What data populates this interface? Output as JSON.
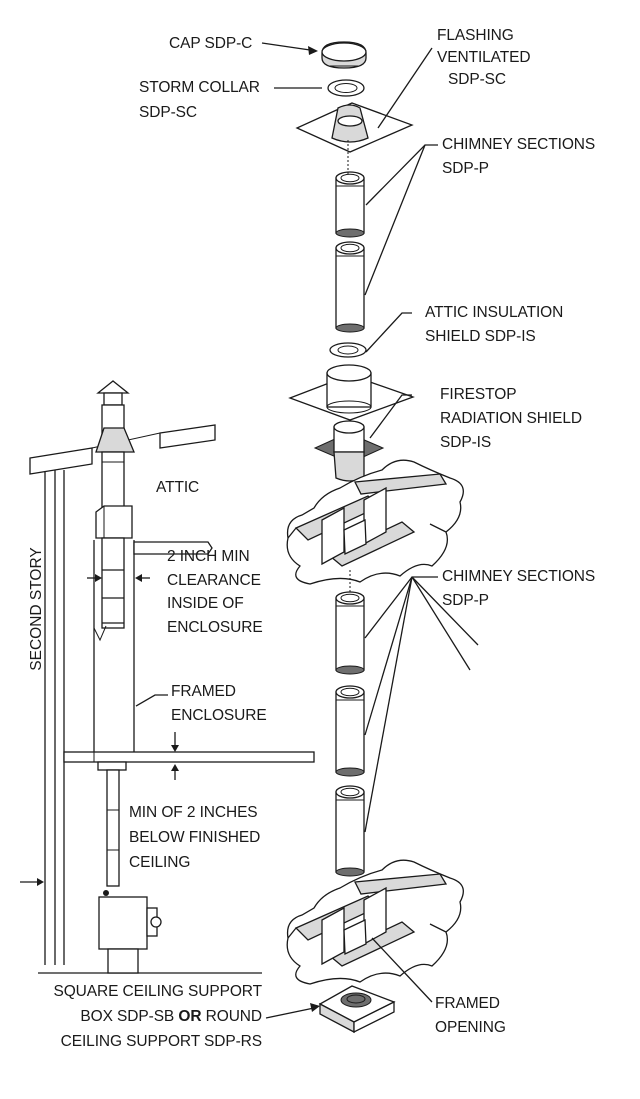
{
  "labels": {
    "cap": "CAP SDP-C",
    "storm_collar_1": "STORM COLLAR",
    "storm_collar_2": "SDP-SC",
    "flashing_1": "FLASHING",
    "flashing_2": "VENTILATED",
    "flashing_3": "SDP-SC",
    "chimney_top_1": "CHIMNEY SECTIONS",
    "chimney_top_2": "SDP-P",
    "attic_insulation_1": "ATTIC INSULATION",
    "attic_insulation_2": "SHIELD  SDP-IS",
    "firestop_1": "FIRESTOP",
    "firestop_2": "RADIATION SHIELD",
    "firestop_3": "SDP-IS",
    "attic": "ATTIC",
    "clearance_1": "2 INCH MIN",
    "clearance_2": "CLEARANCE",
    "clearance_3": "INSIDE OF",
    "clearance_4": "ENCLOSURE",
    "chimney_mid_1": "CHIMNEY SECTIONS",
    "chimney_mid_2": "SDP-P",
    "second_story": "SECOND STORY",
    "framed_enclosure_1": "FRAMED",
    "framed_enclosure_2": "ENCLOSURE",
    "min_below_1": "MIN OF 2 INCHES",
    "min_below_2": "BELOW FINISHED",
    "min_below_3": "CEILING",
    "ceiling_support_1": "SQUARE CEILING SUPPORT",
    "ceiling_support_2a": "BOX SDP-SB ",
    "ceiling_support_2b": "OR",
    "ceiling_support_2c": " ROUND",
    "ceiling_support_3": "CEILING SUPPORT SDP-RS",
    "framed_opening_1": "FRAMED",
    "framed_opening_2": "OPENING"
  }
}
